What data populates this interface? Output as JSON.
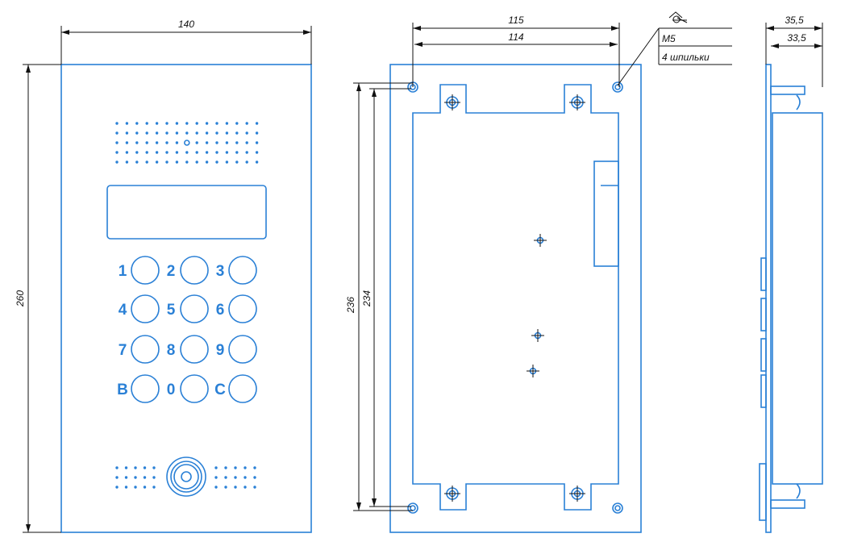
{
  "front_view": {
    "width_dim": "140",
    "height_dim": "260",
    "keys": [
      "1",
      "2",
      "3",
      "4",
      "5",
      "6",
      "7",
      "8",
      "9",
      "B",
      "0",
      "C"
    ]
  },
  "rear_view": {
    "dim_outer_width": "115",
    "dim_inner_width": "114",
    "dim_outer_height": "236",
    "dim_inner_height": "234",
    "callout_thread": "M5",
    "callout_qty": "4 шпильки"
  },
  "side_view": {
    "dim_depth_total": "35,5",
    "dim_depth_body": "33,5"
  },
  "colors": {
    "drawing": "#2a80d6",
    "dimension": "#111111"
  }
}
